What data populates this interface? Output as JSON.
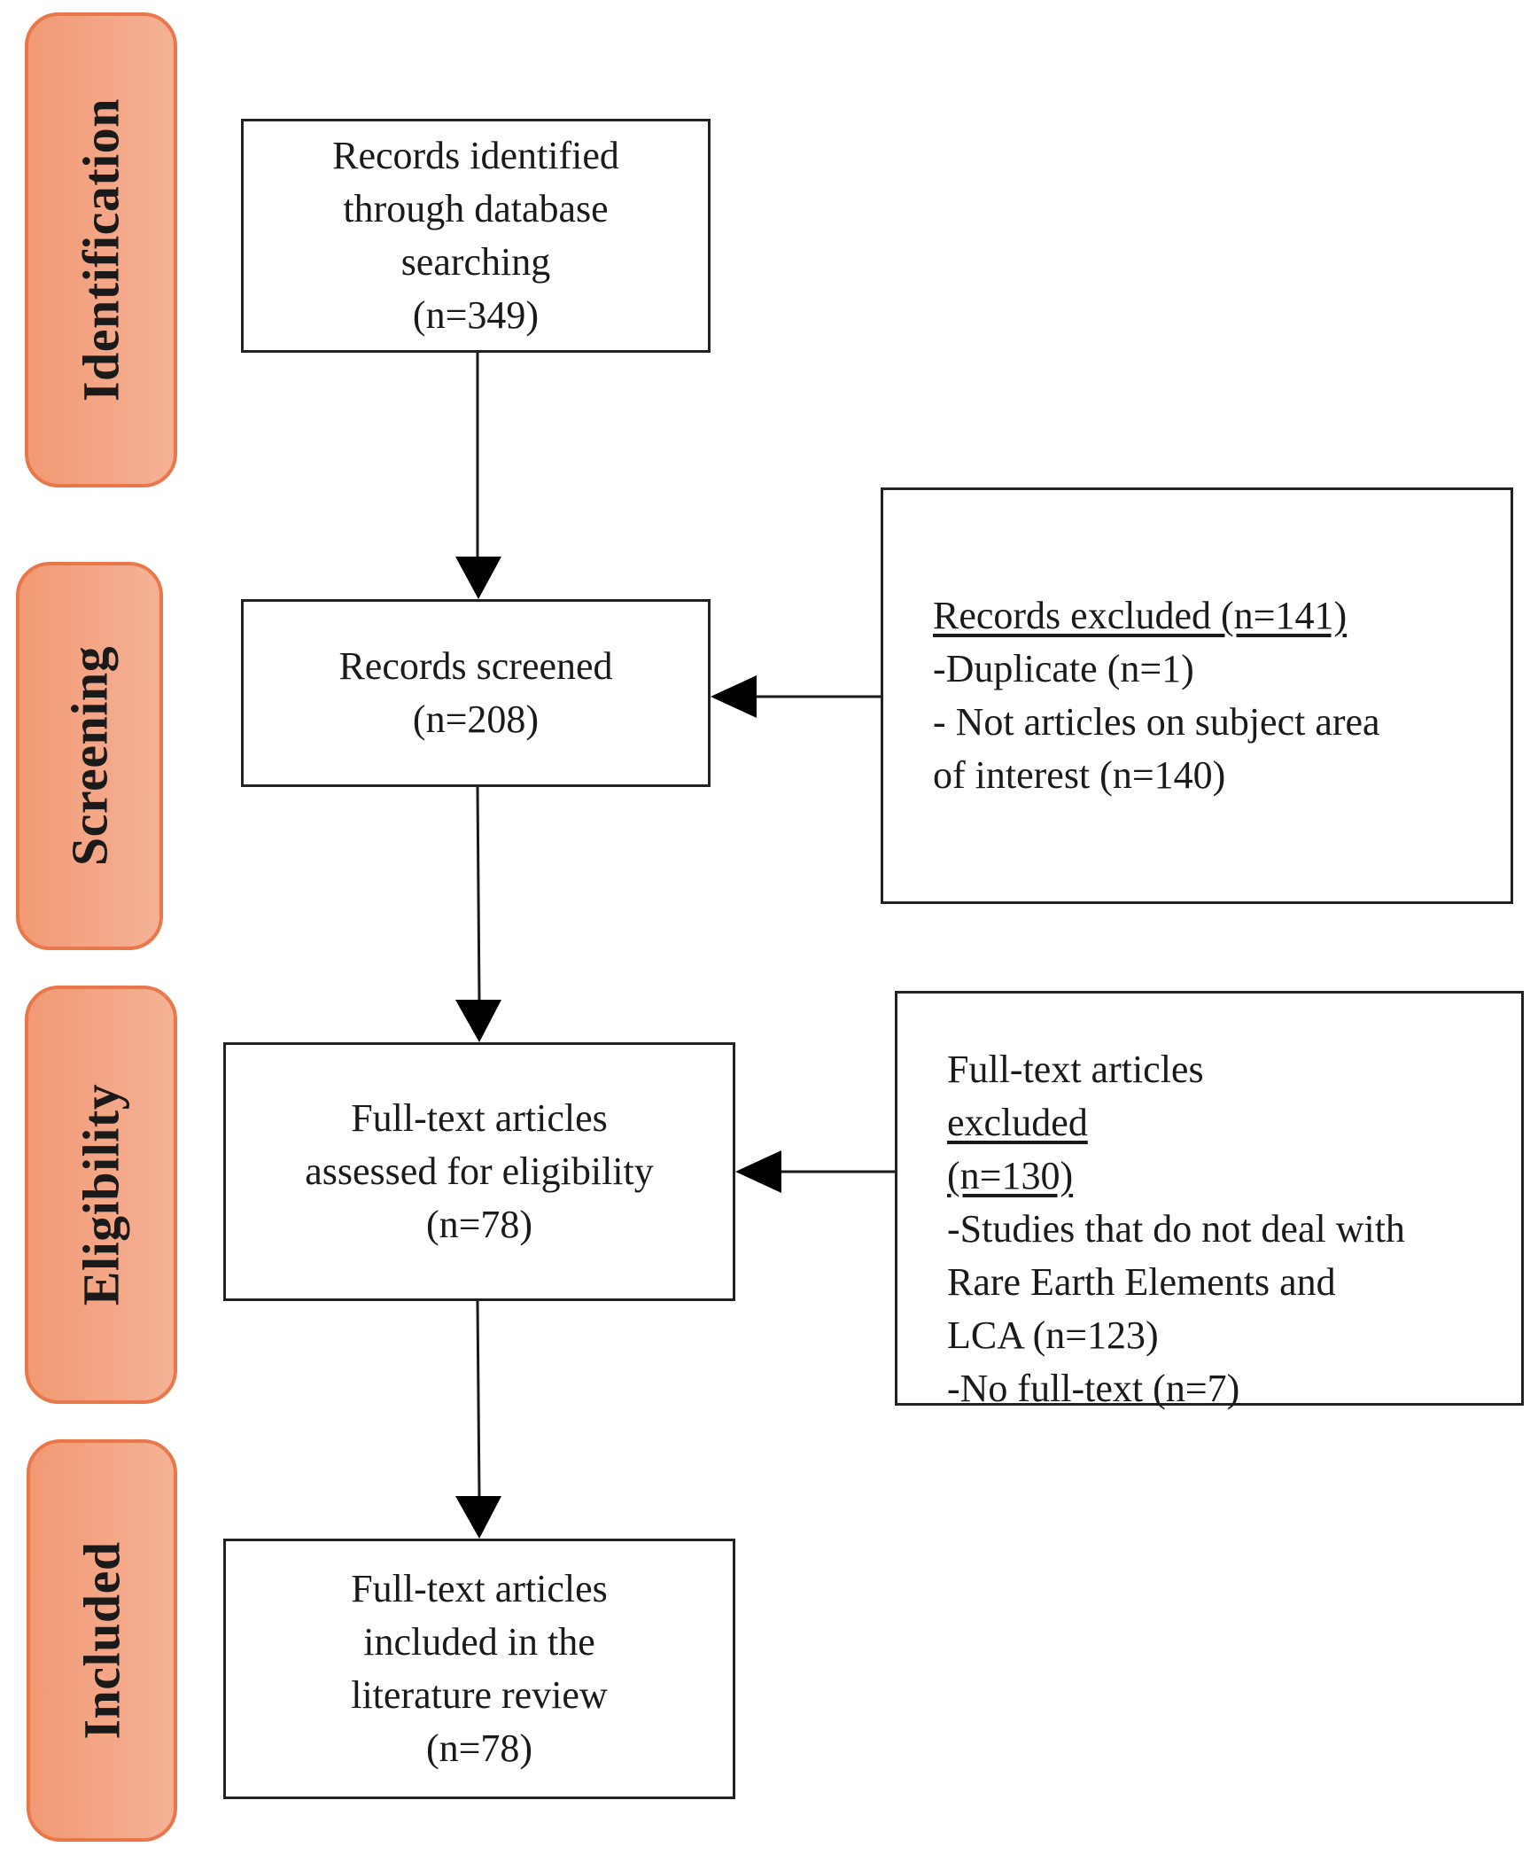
{
  "stages": {
    "identification": "Identification",
    "screening": "Screening",
    "eligibility": "Eligibility",
    "included": "Included"
  },
  "boxes": {
    "identified": {
      "lines": [
        "Records identified",
        "through database",
        "searching",
        "(n=349)"
      ]
    },
    "screened": {
      "lines": [
        "Records screened",
        "(n=208)"
      ]
    },
    "assessed": {
      "lines": [
        "Full-text articles",
        "assessed for eligibility",
        "(n=78)"
      ]
    },
    "included": {
      "lines": [
        "Full-text articles",
        "included in the",
        "literature review",
        "(n=78)"
      ]
    }
  },
  "exclusions": {
    "records": {
      "heading": "Records excluded (n=141)",
      "lines": [
        "-Duplicate (n=1)",
        "- Not articles on subject area",
        "of interest (n=140)"
      ]
    },
    "fulltext": {
      "heading_plain": "Full-text articles",
      "heading_underlined": " excluded",
      "heading_line2": "(n=130)",
      "lines": [
        "-Studies that do not deal with",
        "Rare Earth Elements and",
        "LCA (n=123)",
        "-No full-text (n=7)"
      ]
    }
  },
  "colors": {
    "stage_fill": "#f29a74",
    "stage_border": "#e9774a",
    "line": "#1a1a1a"
  }
}
